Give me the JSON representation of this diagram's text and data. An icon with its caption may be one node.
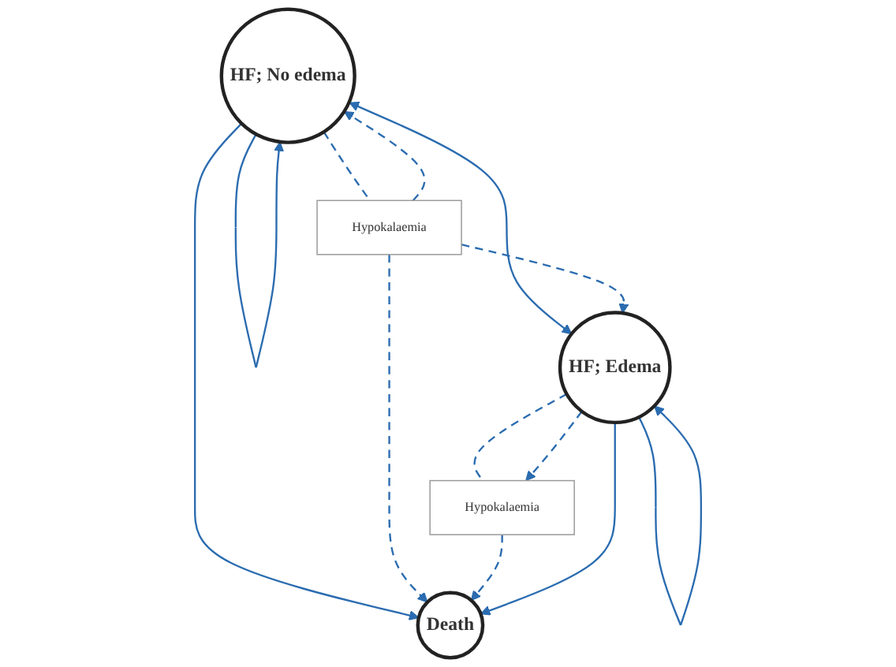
{
  "diagram": {
    "nodes": [
      {
        "text": [
          "HF; No edema"
        ]
      },
      {
        "text": [
          "HF; Edema"
        ]
      },
      {
        "text": [
          "Hypokalaemia"
        ]
      },
      {
        "text": [
          "Hypokalaemia"
        ]
      },
      {
        "text": [
          "Death"
        ]
      }
    ],
    "edges": [
      {
        "from": 0,
        "to": 0,
        "arrow": "to"
      },
      {
        "from": 0,
        "to": 1,
        "arrow": "both"
      },
      {
        "from": 1,
        "to": 1,
        "arrow": "to"
      },
      {
        "from": 0,
        "to": 4,
        "arrow": "to"
      },
      {
        "from": 0,
        "to": 2,
        "arrow": "none",
        "style": "dashed"
      },
      {
        "from": 2,
        "to": 0,
        "arrow": "to",
        "style": "dashed"
      },
      {
        "from": 2,
        "to": 1,
        "arrow": "to",
        "style": "dashed"
      },
      {
        "from": 2,
        "to": 4,
        "arrow": "to",
        "style": "dashed"
      },
      {
        "from": 1,
        "to": 3,
        "arrow": "none",
        "style": "dashed"
      },
      {
        "from": 1,
        "to": 3,
        "arrow": "to",
        "style": "dashed"
      },
      {
        "from": 3,
        "to": 4,
        "arrow": "to",
        "style": "dashed"
      },
      {
        "from": 1,
        "to": 4,
        "arrow": "to"
      }
    ]
  }
}
